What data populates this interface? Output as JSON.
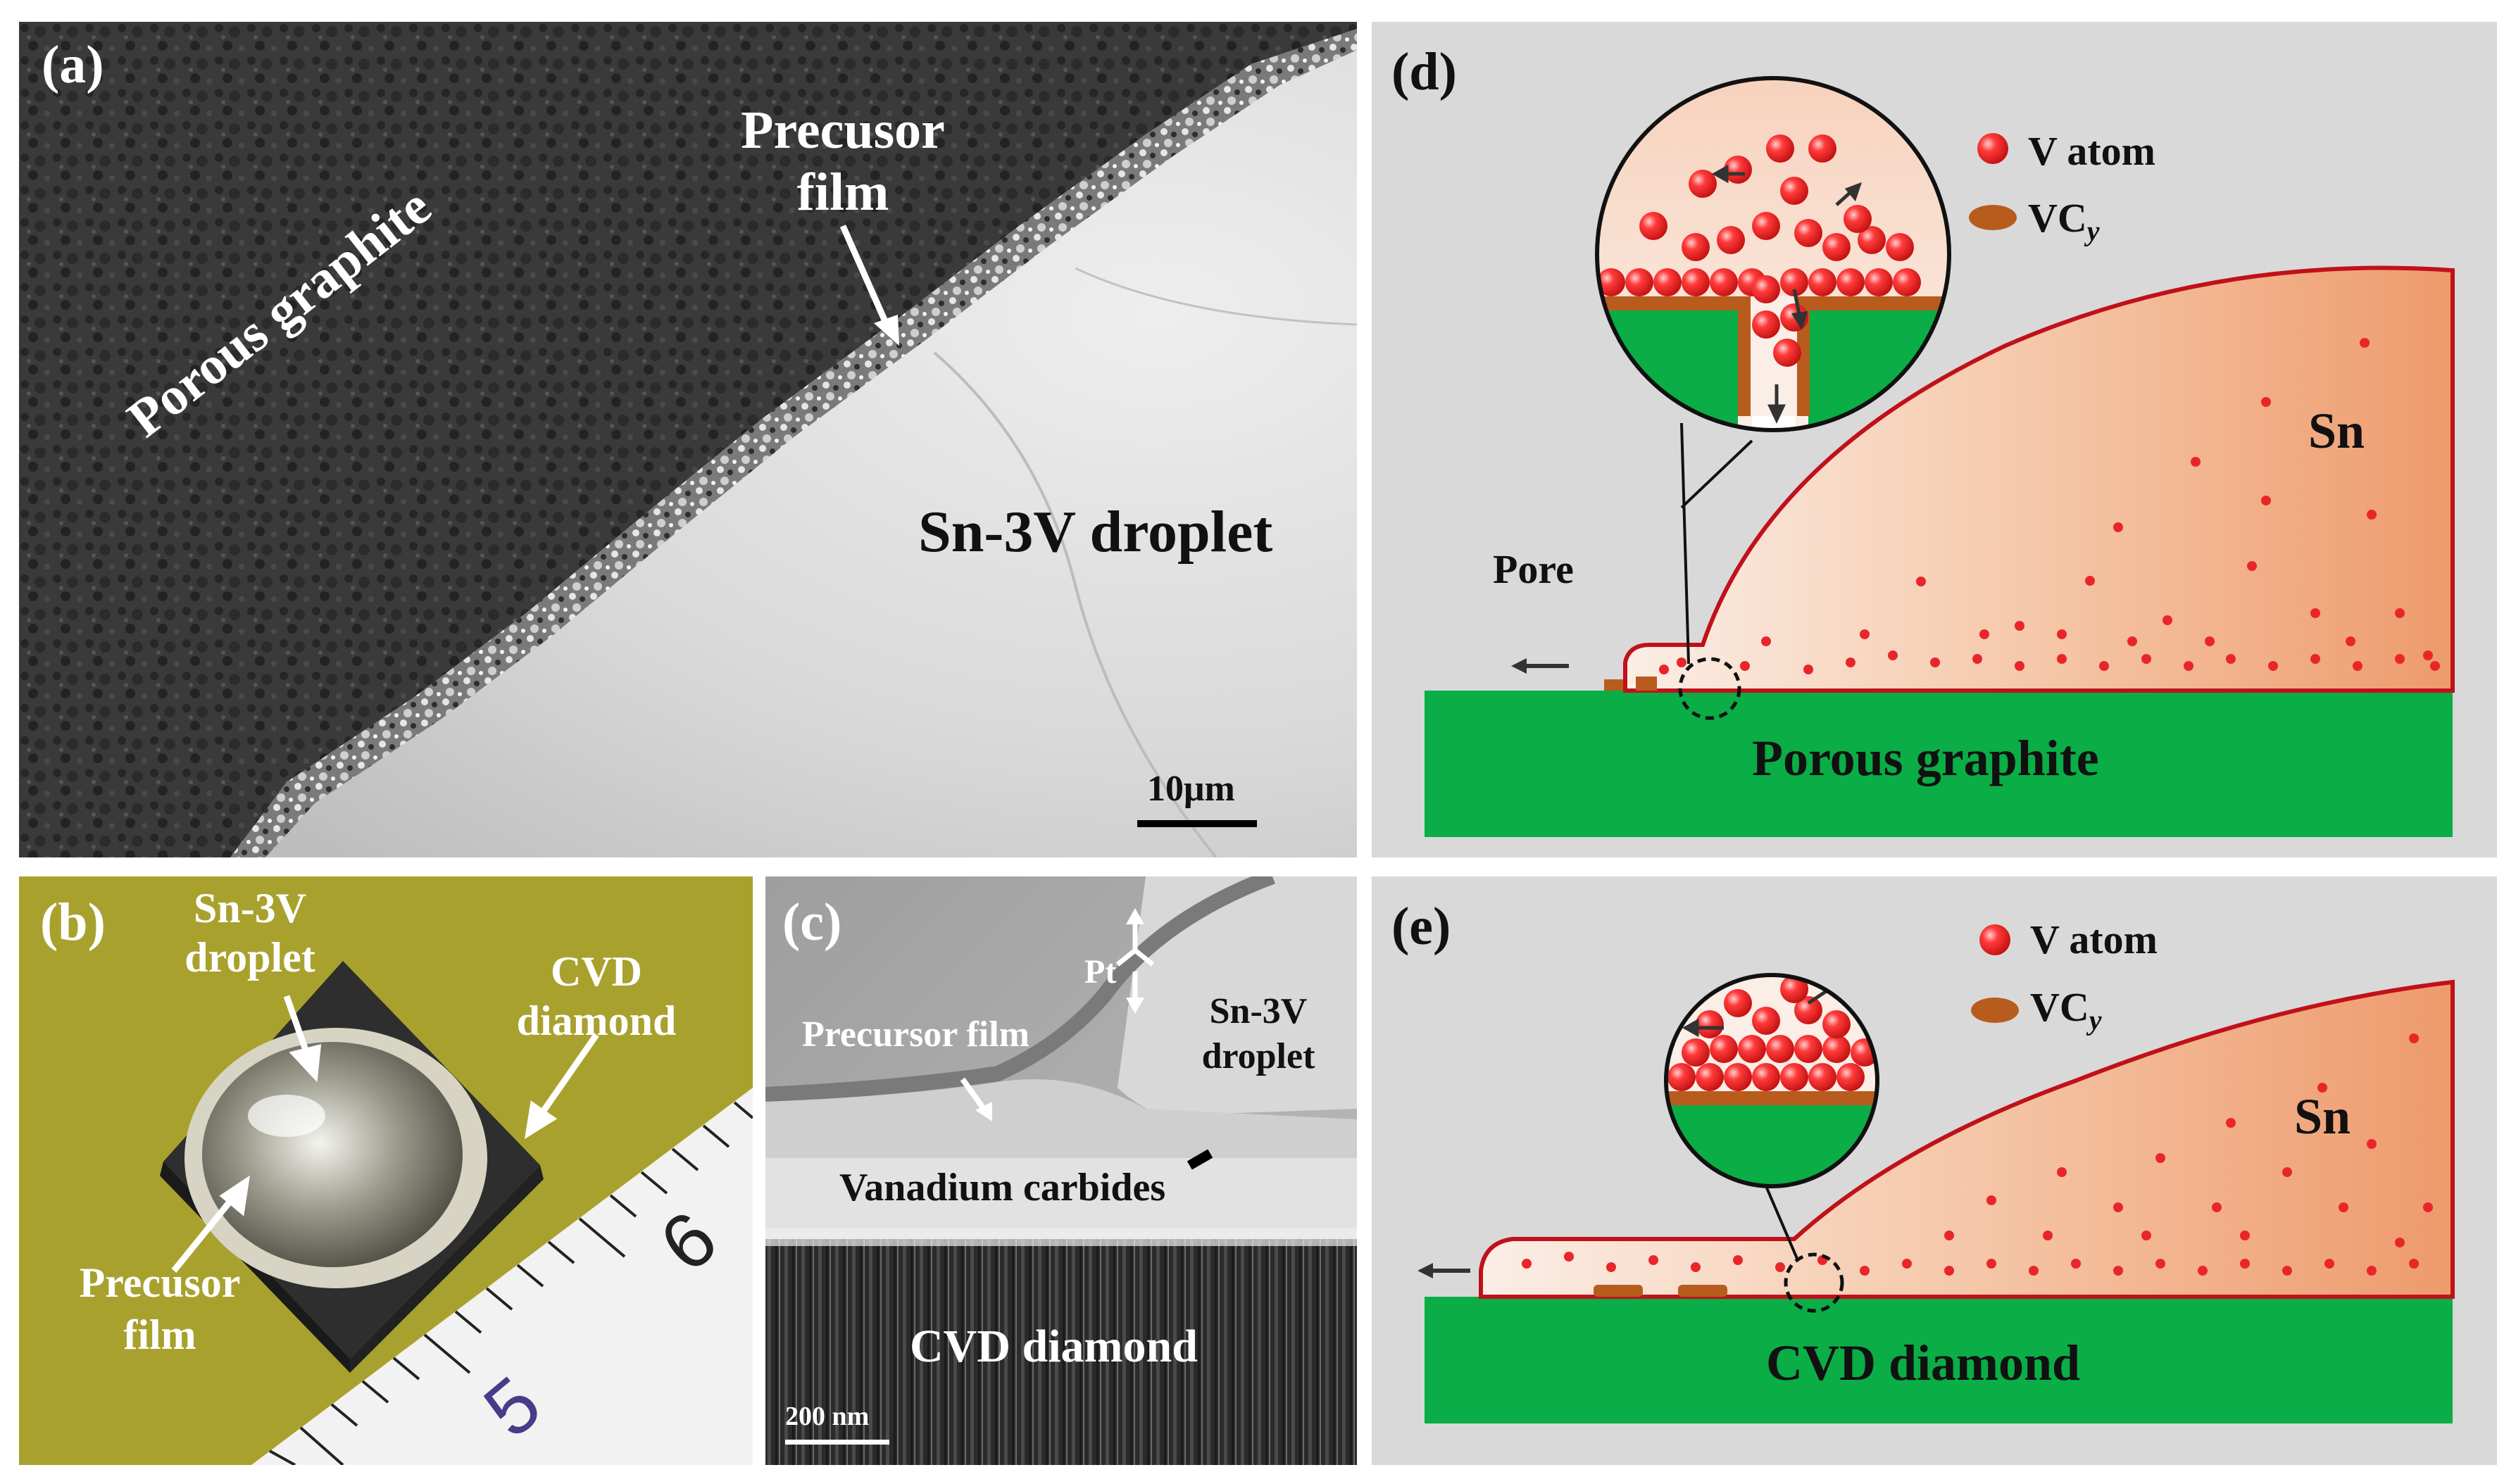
{
  "panels": {
    "a": {
      "letter": "(a)",
      "porous_graphite": "Porous graphite",
      "precursor_line1": "Precusor",
      "precursor_line2": "film",
      "droplet": "Sn-3V droplet",
      "scale_bar": "10μm"
    },
    "b": {
      "letter": "(b)",
      "droplet_line1": "Sn-3V",
      "droplet_line2": "droplet",
      "cvd_line1": "CVD",
      "cvd_line2": "diamond",
      "precursor_line1": "Precusor",
      "precursor_line2": "film",
      "ruler_digit_5": "5",
      "ruler_digit_6": "6"
    },
    "c": {
      "letter": "(c)",
      "pt": "Pt",
      "droplet_line1": "Sn-3V",
      "droplet_line2": "droplet",
      "precursor": "Precursor film",
      "carbides": "Vanadium carbides",
      "cvd": "CVD diamond",
      "scale_bar": "200 nm"
    },
    "d": {
      "letter": "(d)",
      "legend_v_atom": "V atom",
      "legend_vc": "VC",
      "legend_vc_sub": "y",
      "sn": "Sn",
      "pore": "Pore",
      "substrate": "Porous graphite"
    },
    "e": {
      "letter": "(e)",
      "legend_v_atom": "V atom",
      "legend_vc": "VC",
      "legend_vc_sub": "y",
      "sn": "Sn",
      "substrate": "CVD diamond"
    }
  },
  "colors": {
    "substrate_green": "#0aad46",
    "carbide_brown": "#b85c1e",
    "droplet_outline": "#c0111b",
    "v_atom_red": "#e8262a",
    "diagram_bg": "#d9d9d9",
    "olive_bg": "#a8a12e"
  }
}
